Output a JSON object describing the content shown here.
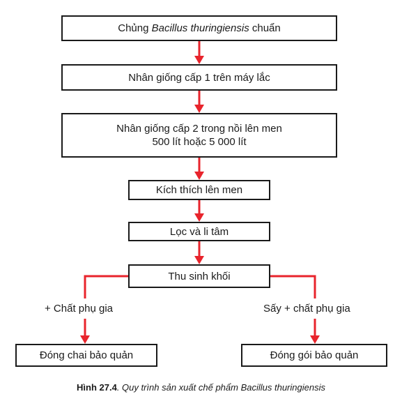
{
  "nodes": {
    "n1": {
      "prefix": "Chủng ",
      "italic": "Bacillus thuringiensis",
      "suffix": " chuẩn"
    },
    "n2": {
      "text": "Nhân giống cấp 1 trên máy lắc"
    },
    "n3": {
      "line1": "Nhân giống cấp 2 trong nồi lên men",
      "line2": "500 lít hoặc 5 000 lít"
    },
    "n4": {
      "text": "Kích thích lên men"
    },
    "n5": {
      "text": "Lọc và li tâm"
    },
    "n6": {
      "text": "Thu sinh khối"
    },
    "n7": {
      "text": "Đóng chai bảo quản"
    },
    "n8": {
      "text": "Đóng gói bảo quản"
    }
  },
  "edge_labels": {
    "left": "+ Chất phụ gia",
    "right": "Sấy + chất phụ gia"
  },
  "caption": {
    "figure": "Hình 27.4",
    "text": ". Quy trình sản xuất chế phẩm Bacillus thuringiensis"
  },
  "colors": {
    "arrow": "#e8242c",
    "border": "#1a1a1a"
  }
}
